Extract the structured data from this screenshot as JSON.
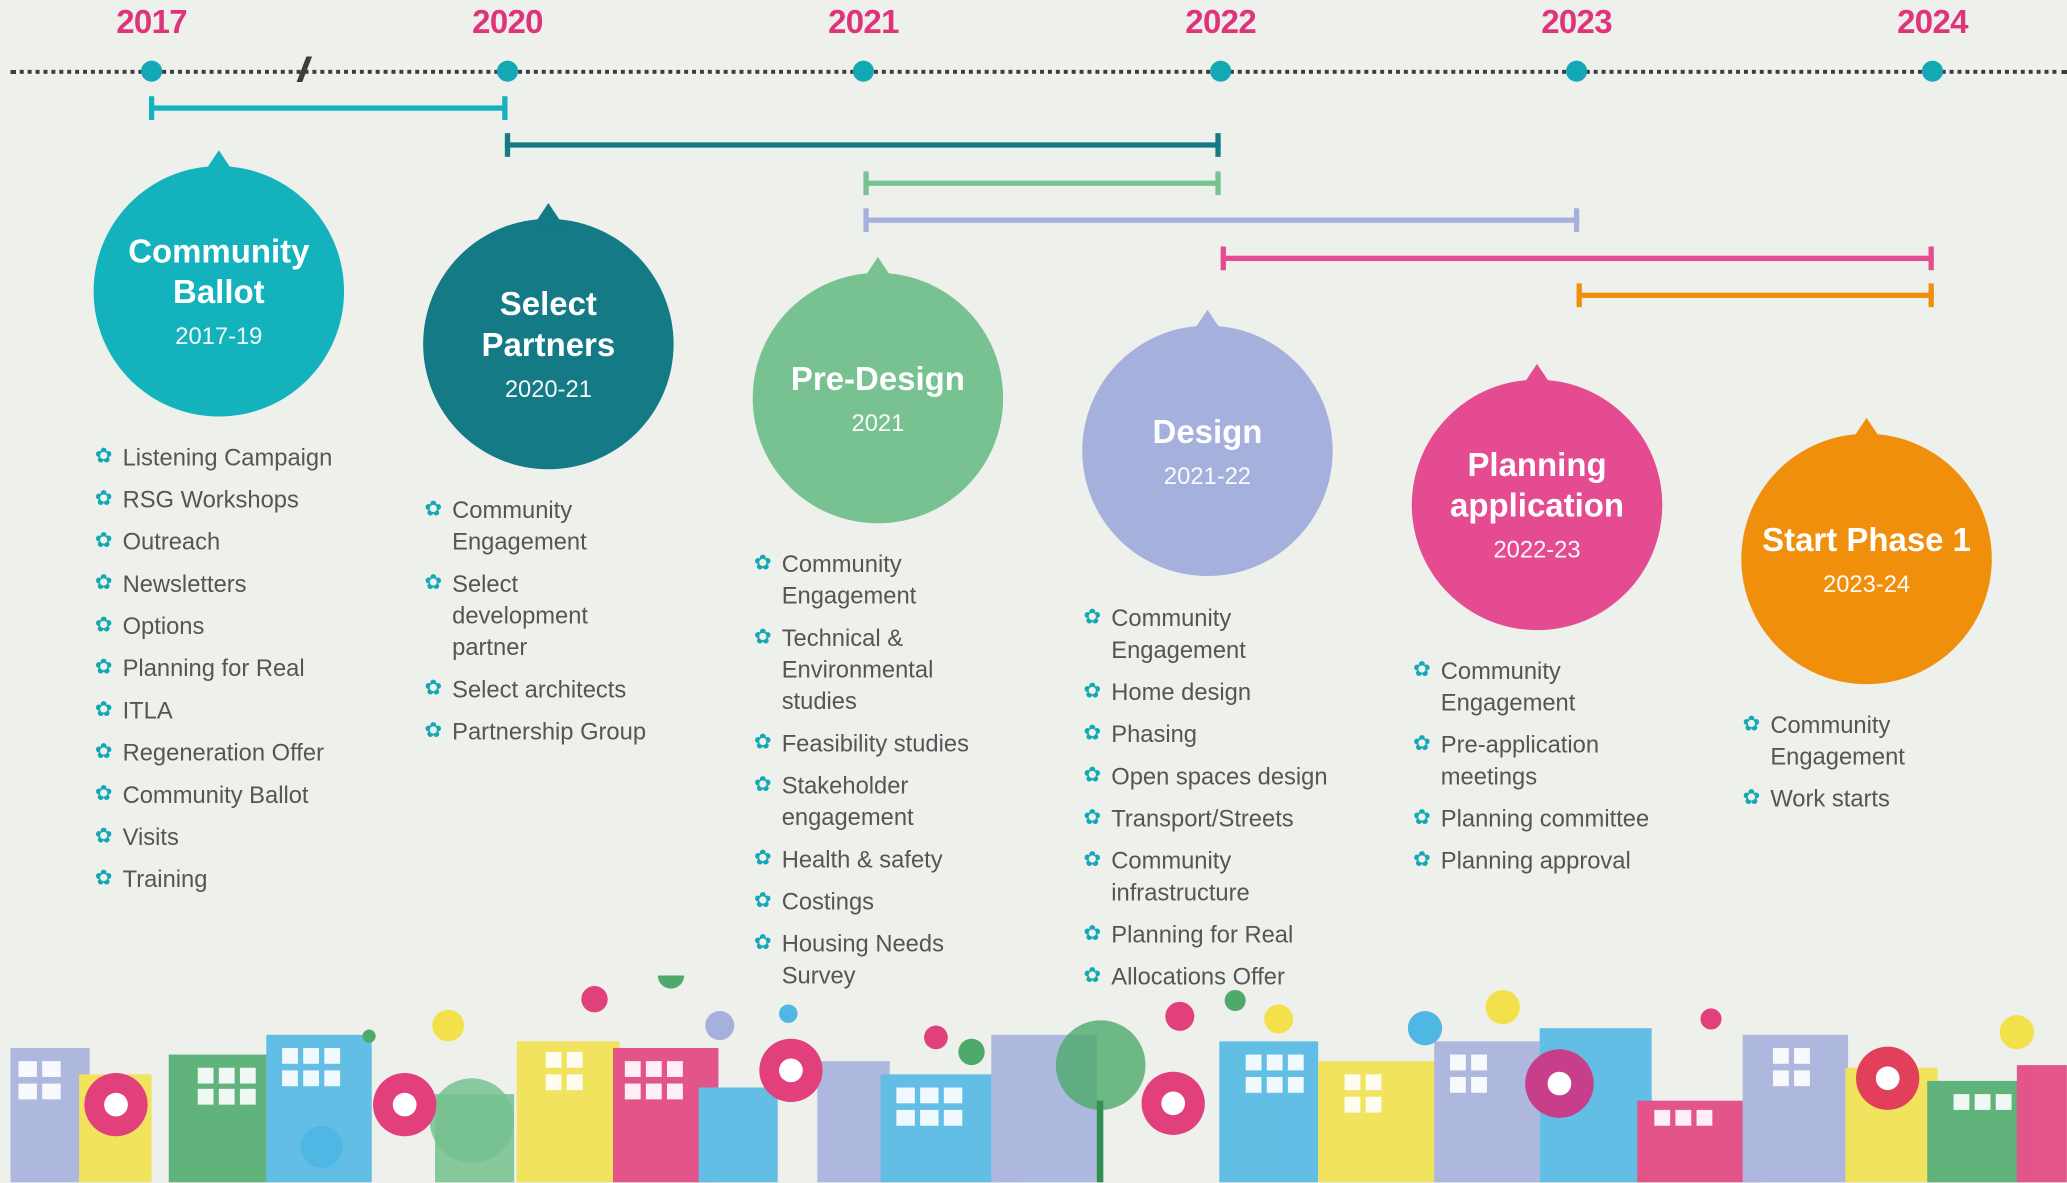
{
  "timeline": {
    "years": [
      "2017",
      "2020",
      "2021",
      "2022",
      "2023",
      "2024"
    ],
    "break_mark": "//"
  },
  "colors": {
    "teal": "#13b2bd",
    "dark_teal": "#137a86",
    "green": "#77c290",
    "lavender": "#a5b0dd",
    "pink": "#e44b91",
    "orange": "#f08f0c",
    "year_text": "#e0347a",
    "bullet": "#13a9b4"
  },
  "phases": [
    {
      "title": "Community Ballot",
      "years": "2017-19",
      "color": "#13b2bd",
      "items": [
        "Listening Campaign",
        "RSG Workshops",
        "Outreach",
        "Newsletters",
        "Options",
        "Planning for Real",
        "ITLA",
        "Regeneration Offer",
        "Community Ballot",
        "Visits",
        "Training"
      ]
    },
    {
      "title": "Select Partners",
      "years": "2020-21",
      "color": "#137a86",
      "items": [
        "Community Engagement",
        "Select development partner",
        "Select architects",
        "Partnership Group"
      ]
    },
    {
      "title": "Pre-Design",
      "years": "2021",
      "color": "#77c290",
      "items": [
        "Community Engagement",
        "Technical & Environmental studies",
        "Feasibility studies",
        "Stakeholder engagement",
        "Health & safety",
        "Costings",
        "Housing Needs Survey"
      ]
    },
    {
      "title": "Design",
      "years": "2021-22",
      "color": "#a5b0dd",
      "items": [
        "Community Engagement",
        "Home design",
        "Phasing",
        "Open spaces design",
        "Transport/Streets",
        "Community infrastructure",
        "Planning for Real",
        "Allocations Offer"
      ]
    },
    {
      "title": "Planning application",
      "years": "2022-23",
      "color": "#e44b91",
      "items": [
        "Community Engagement",
        "Pre-application meetings",
        "Planning committee",
        "Planning approval"
      ]
    },
    {
      "title": "Start Phase 1",
      "years": "2023-24",
      "color": "#f08f0c",
      "items": [
        "Community Engagement",
        "Work starts"
      ]
    }
  ]
}
